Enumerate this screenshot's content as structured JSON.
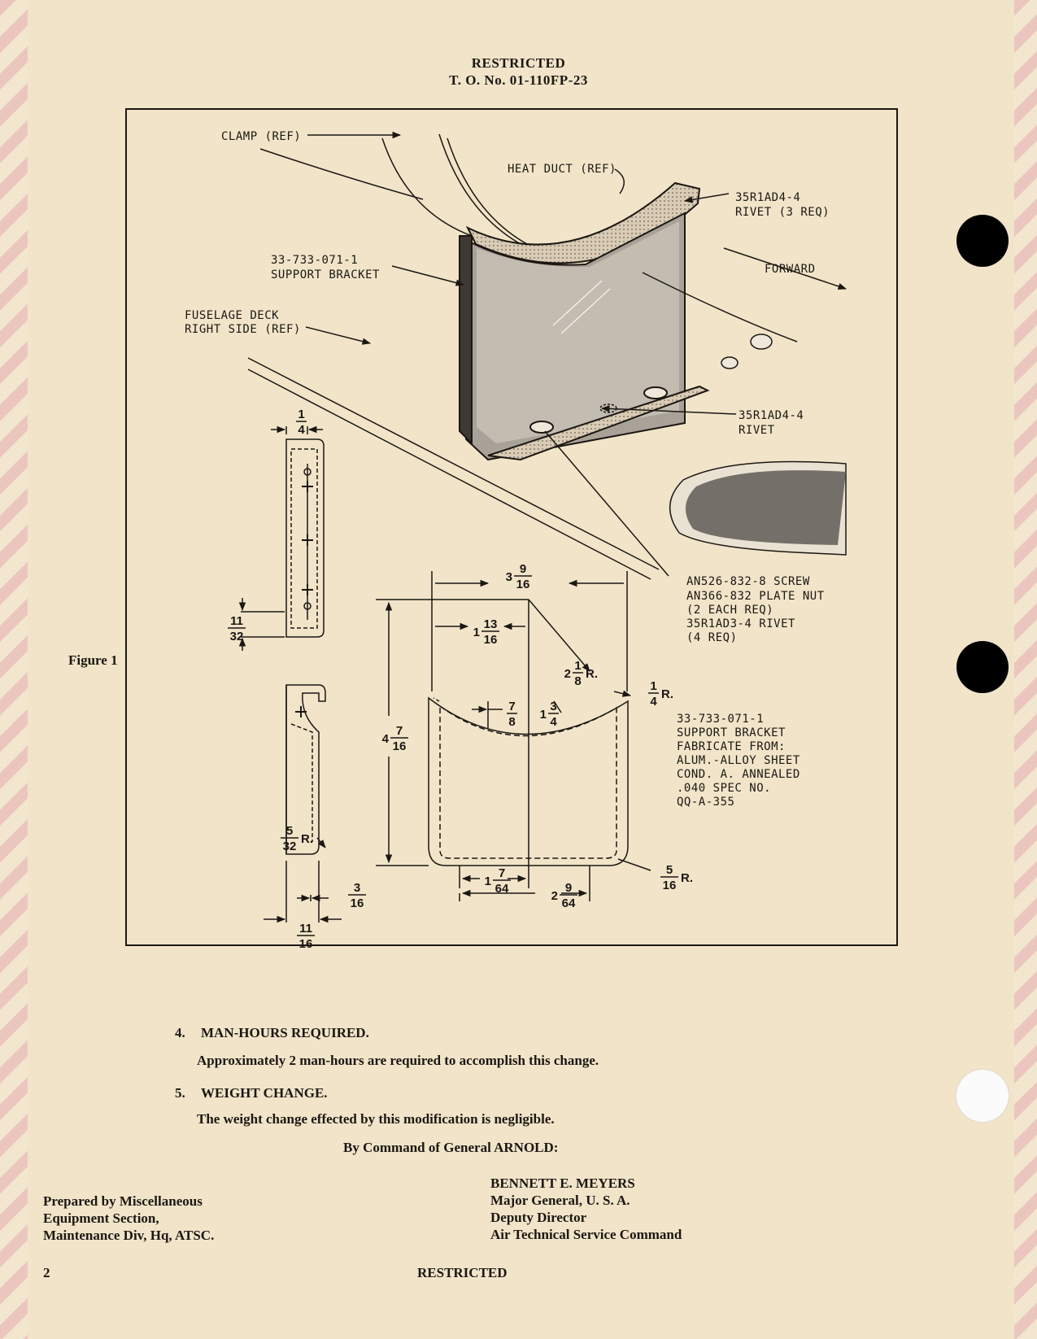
{
  "header": {
    "classification": "RESTRICTED",
    "to_number": "T. O. No. 01-110FP-23"
  },
  "figure": {
    "label": "Figure 1",
    "callouts": {
      "clamp": "CLAMP (REF)",
      "heat_duct": "HEAT DUCT (REF)",
      "rivet_top_1": "35R1AD4-4",
      "rivet_top_2": "RIVET (3 REQ)",
      "bracket_1": "33-733-071-1",
      "bracket_2": "SUPPORT BRACKET",
      "forward": "FORWARD",
      "deck_1": "FUSELAGE DECK",
      "deck_2": "RIGHT SIDE (REF)",
      "rivet_mid_1": "35R1AD4-4",
      "rivet_mid_2": "RIVET",
      "hardware_1": "AN526-832-8 SCREW",
      "hardware_2": "AN366-832 PLATE NUT",
      "hardware_3": "(2 EACH REQ)",
      "hardware_4": "35R1AD3-4 RIVET",
      "hardware_5": "(4 REQ)",
      "spec_1": "33-733-071-1",
      "spec_2": "SUPPORT BRACKET",
      "spec_3": "FABRICATE FROM:",
      "spec_4": "ALUM.-ALLOY SHEET",
      "spec_5": "COND. A. ANNEALED",
      "spec_6": ".040 SPEC NO.",
      "spec_7": "QQ-A-355"
    },
    "dimensions": {
      "top_quarter": {
        "num": "1",
        "den": "4"
      },
      "eleven_32": {
        "num": "11",
        "den": "32"
      },
      "five_32r": {
        "num": "5",
        "den": "32",
        "suffix": "R."
      },
      "three_16": {
        "num": "3",
        "den": "16"
      },
      "eleven_16": {
        "num": "11",
        "den": "16"
      },
      "width": {
        "whole": "3",
        "num": "9",
        "den": "16"
      },
      "half_width": {
        "whole": "1",
        "num": "13",
        "den": "16"
      },
      "radius_large": {
        "whole": "2",
        "num": "1",
        "den": "8",
        "suffix": "R."
      },
      "corner_top": {
        "num": "1",
        "den": "4",
        "suffix": "R."
      },
      "seven_8": {
        "num": "7",
        "den": "8"
      },
      "one_3_4": {
        "whole": "1",
        "num": "3",
        "den": "4"
      },
      "height": {
        "whole": "4",
        "num": "7",
        "den": "16"
      },
      "bottom_1": {
        "whole": "1",
        "num": "7",
        "den": "64"
      },
      "bottom_2": {
        "whole": "2",
        "num": "9",
        "den": "64"
      },
      "corner_bottom": {
        "num": "5",
        "den": "16",
        "suffix": "R."
      }
    }
  },
  "sections": [
    {
      "number": "4.",
      "title": "MAN-HOURS REQUIRED.",
      "body": "Approximately 2 man-hours are required to accomplish this change."
    },
    {
      "number": "5.",
      "title": "WEIGHT CHANGE.",
      "body": "The weight change effected by this modification is negligible."
    }
  ],
  "command": "By Command of General ARNOLD:",
  "prepared": {
    "line1": "Prepared by Miscellaneous",
    "line2": "Equipment Section,",
    "line3": "Maintenance Div, Hq, ATSC."
  },
  "signature": {
    "name": "BENNETT E. MEYERS",
    "rank": "Major General, U. S. A.",
    "title": "Deputy Director",
    "org": "Air Technical Service Command"
  },
  "footer": {
    "page": "2",
    "classification": "RESTRICTED"
  }
}
